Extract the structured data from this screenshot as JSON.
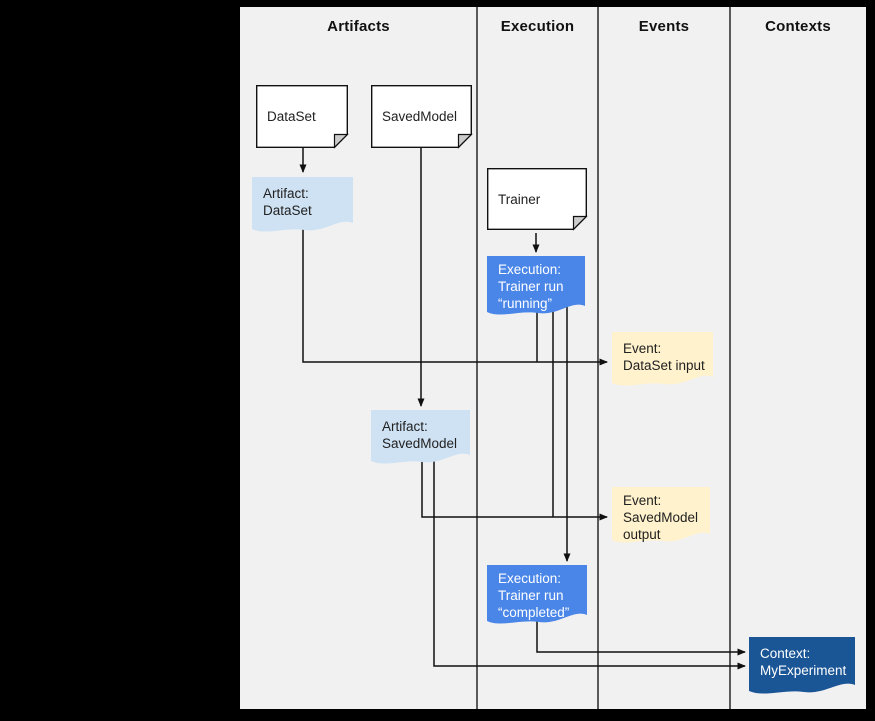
{
  "header": {
    "columns": [
      "Artifacts",
      "Execution",
      "Events",
      "Contexts"
    ]
  },
  "nodes": {
    "dataset": {
      "label": "DataSet"
    },
    "savedmodel": {
      "label": "SavedModel"
    },
    "trainer": {
      "label": "Trainer"
    },
    "artifact_dataset": {
      "label": "Artifact:\nDataSet"
    },
    "execution_running": {
      "label": "Execution:\nTrainer run\n“running”"
    },
    "event_dataset_input": {
      "label": "Event:\nDataSet input"
    },
    "artifact_savedmodel": {
      "label": "Artifact:\nSavedModel"
    },
    "event_savedmodel_output": {
      "label": "Event:\nSavedModel\noutput"
    },
    "execution_completed": {
      "label": "Execution:\nTrainer run\n“completed”"
    },
    "context_myexperiment": {
      "label": "Context:\nMyExperiment"
    }
  },
  "colors": {
    "frame_bg": "#000000",
    "panel_bg": "#f1f1f2",
    "note_fill": "#ffffff",
    "note_fold": "#cccccc",
    "artifact_fill": "#cfe2f3",
    "execution_fill": "#4a86e8",
    "event_fill": "#fff2cc",
    "context_fill": "#1a5596",
    "line": "#111111"
  }
}
